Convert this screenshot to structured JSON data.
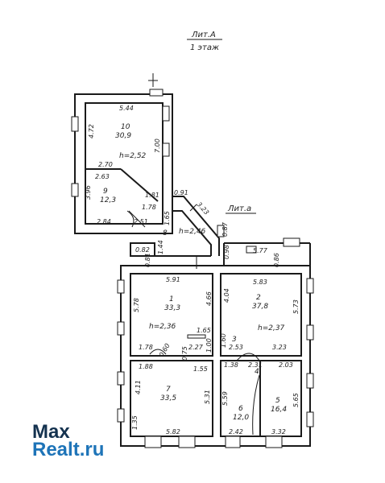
{
  "header": {
    "lit_a": "Лит.А",
    "floor": "1 этаж"
  },
  "annex_label": "Лит.а",
  "rooms": [
    {
      "id": "10",
      "area": "30,9"
    },
    {
      "id": "9",
      "area": "12,3"
    },
    {
      "id": "8",
      "area": ""
    },
    {
      "id": "1",
      "area": "33,3"
    },
    {
      "id": "2",
      "area": "37,8"
    },
    {
      "id": "3",
      "area": ""
    },
    {
      "id": "4",
      "area": ""
    },
    {
      "id": "7",
      "area": "33,5"
    },
    {
      "id": "6",
      "area": "12,0"
    },
    {
      "id": "5",
      "area": "16,4"
    }
  ],
  "heights": [
    "h=2,52",
    "h=2,46",
    "h=2,36",
    "h=2,37"
  ],
  "dimensions": {
    "d544": "5.44",
    "d472": "4.72",
    "d700": "7.00",
    "d270": "2.70",
    "d263": "2.63",
    "d396": "3.96",
    "d181": "1.81",
    "d178a": "1.78",
    "d091": "0.91",
    "d323": "3.23",
    "d284": "2.84",
    "d251": "2.51",
    "d165a": "1.65",
    "d087": "0.87",
    "d144": "1.44",
    "d082": "0.82",
    "d081": "0.81",
    "d098": "0.98",
    "d577": "5.77",
    "d086": "0.86",
    "d591": "5.91",
    "d583": "5.83",
    "d466": "4.66",
    "d404": "4.04",
    "d578": "5.78",
    "d573": "5.73",
    "d165b": "1.65",
    "d160": "1.60",
    "d178b": "1.78",
    "d060": "0.60",
    "d075": "0.75",
    "d227": "2.27",
    "d100": "1.00",
    "d253": "2.53",
    "d231": "2.31",
    "d323b": "3.23",
    "d188": "1.88",
    "d155": "1.55",
    "d138": "1.38",
    "d203": "2.03",
    "d411": "4.11",
    "d531": "5.31",
    "d559": "5.59",
    "d565": "5.65",
    "d135": "1.35",
    "d582": "5.82",
    "d242": "2.42",
    "d332": "3.32"
  },
  "brand": {
    "line1": "Max",
    "line2": "Realt.ru"
  }
}
